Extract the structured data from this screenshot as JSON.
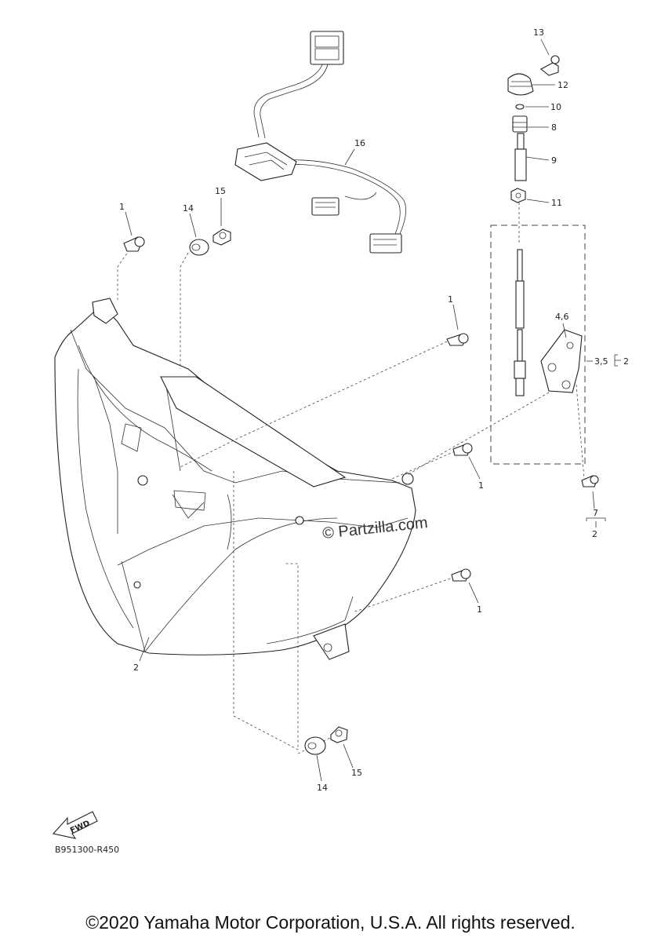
{
  "labels": {
    "l1a": "1",
    "l1b": "1",
    "l1c": "1",
    "l1d": "1",
    "l2a": "2",
    "l2b": "2",
    "l2c": "2",
    "l35": "3,5",
    "l46": "4,6",
    "l7": "7",
    "l8": "8",
    "l9": "9",
    "l10": "10",
    "l11": "11",
    "l12": "12",
    "l13": "13",
    "l14a": "14",
    "l14b": "14",
    "l15a": "15",
    "l15b": "15",
    "l16": "16"
  },
  "fwd": "FWD",
  "watermark": "© Partzilla.com",
  "diagram_code": "B951300-R450",
  "copyright": "©2020 Yamaha Motor Corporation, U.S.A. All rights reserved."
}
